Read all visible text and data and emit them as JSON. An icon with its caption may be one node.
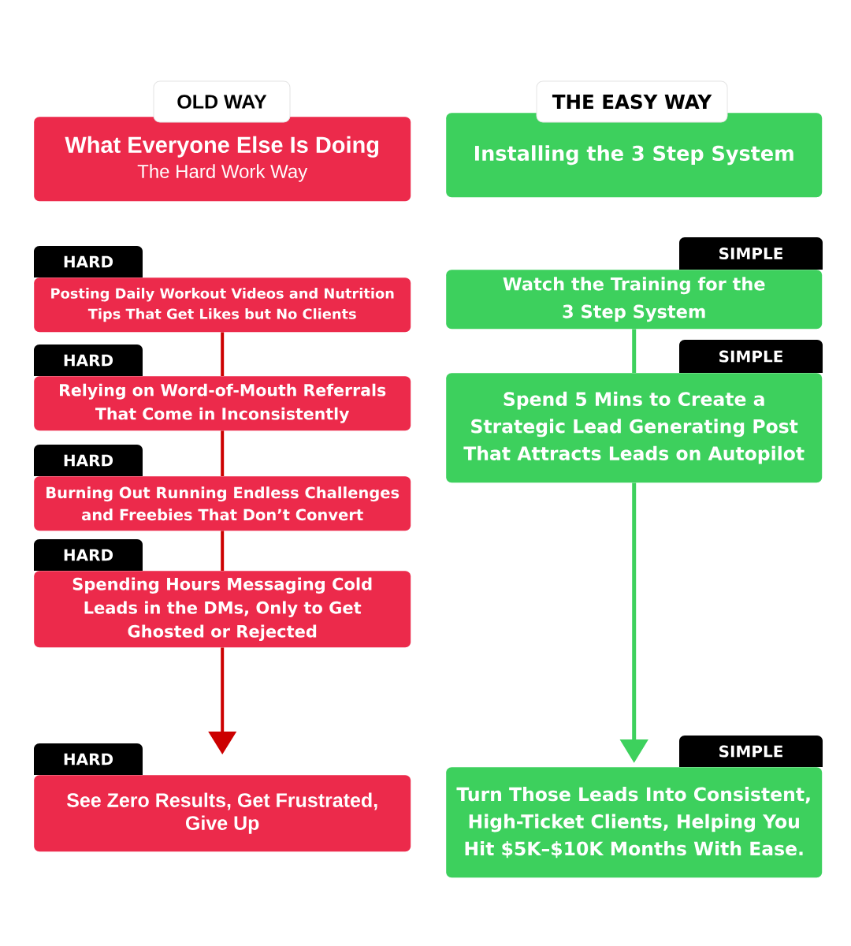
{
  "diagram": {
    "nodes": [
      {
        "text": [
          "OLD WAY",
          "What Everyone Else Is Doing",
          "The Hard Work Way"
        ]
      },
      {
        "text": [
          "HARD",
          "Posting Daily Workout Videos and Nutrition Tips That Get Likes but No Clients"
        ]
      },
      {
        "text": [
          "HARD",
          "Relying on Word-of-Mouth Referrals That Come in Inconsistently"
        ]
      },
      {
        "text": [
          "HARD",
          "Burning Out Running Endless Challenges and Freebies That Don’t Convert"
        ]
      },
      {
        "text": [
          "HARD",
          "Spending Hours Messaging Cold Leads in the DMs, Only to Get Ghosted or Rejected"
        ]
      },
      {
        "text": [
          "HARD",
          "See Zero Results, Get Frustrated, Give Up"
        ]
      },
      {
        "text": [
          "THE EASY WAY",
          "Installing the 3 Step System"
        ]
      },
      {
        "text": [
          "SIMPLE",
          "Watch the Training for the 3 Step System"
        ]
      },
      {
        "text": [
          "SIMPLE",
          "Spend 5 Mins to Create a Strategic Lead Generating Post That Attracts Leads on Autopilot"
        ]
      },
      {
        "text": [
          "SIMPLE",
          "Turn Those Leads Into Consistent, High-Ticket Clients, Helping You Hit $5K–$10K Months With Ease."
        ]
      }
    ],
    "edges": [
      {
        "from": 1,
        "to": 2,
        "arrow": "none"
      },
      {
        "from": 2,
        "to": 3,
        "arrow": "none"
      },
      {
        "from": 3,
        "to": 4,
        "arrow": "none"
      },
      {
        "from": 4,
        "to": 5,
        "arrow": "to"
      },
      {
        "from": 7,
        "to": 8,
        "arrow": "none",
        "color": "#3dd15d"
      },
      {
        "from": 8,
        "to": 9,
        "arrow": "to",
        "color": "#3dd15d"
      }
    ]
  }
}
